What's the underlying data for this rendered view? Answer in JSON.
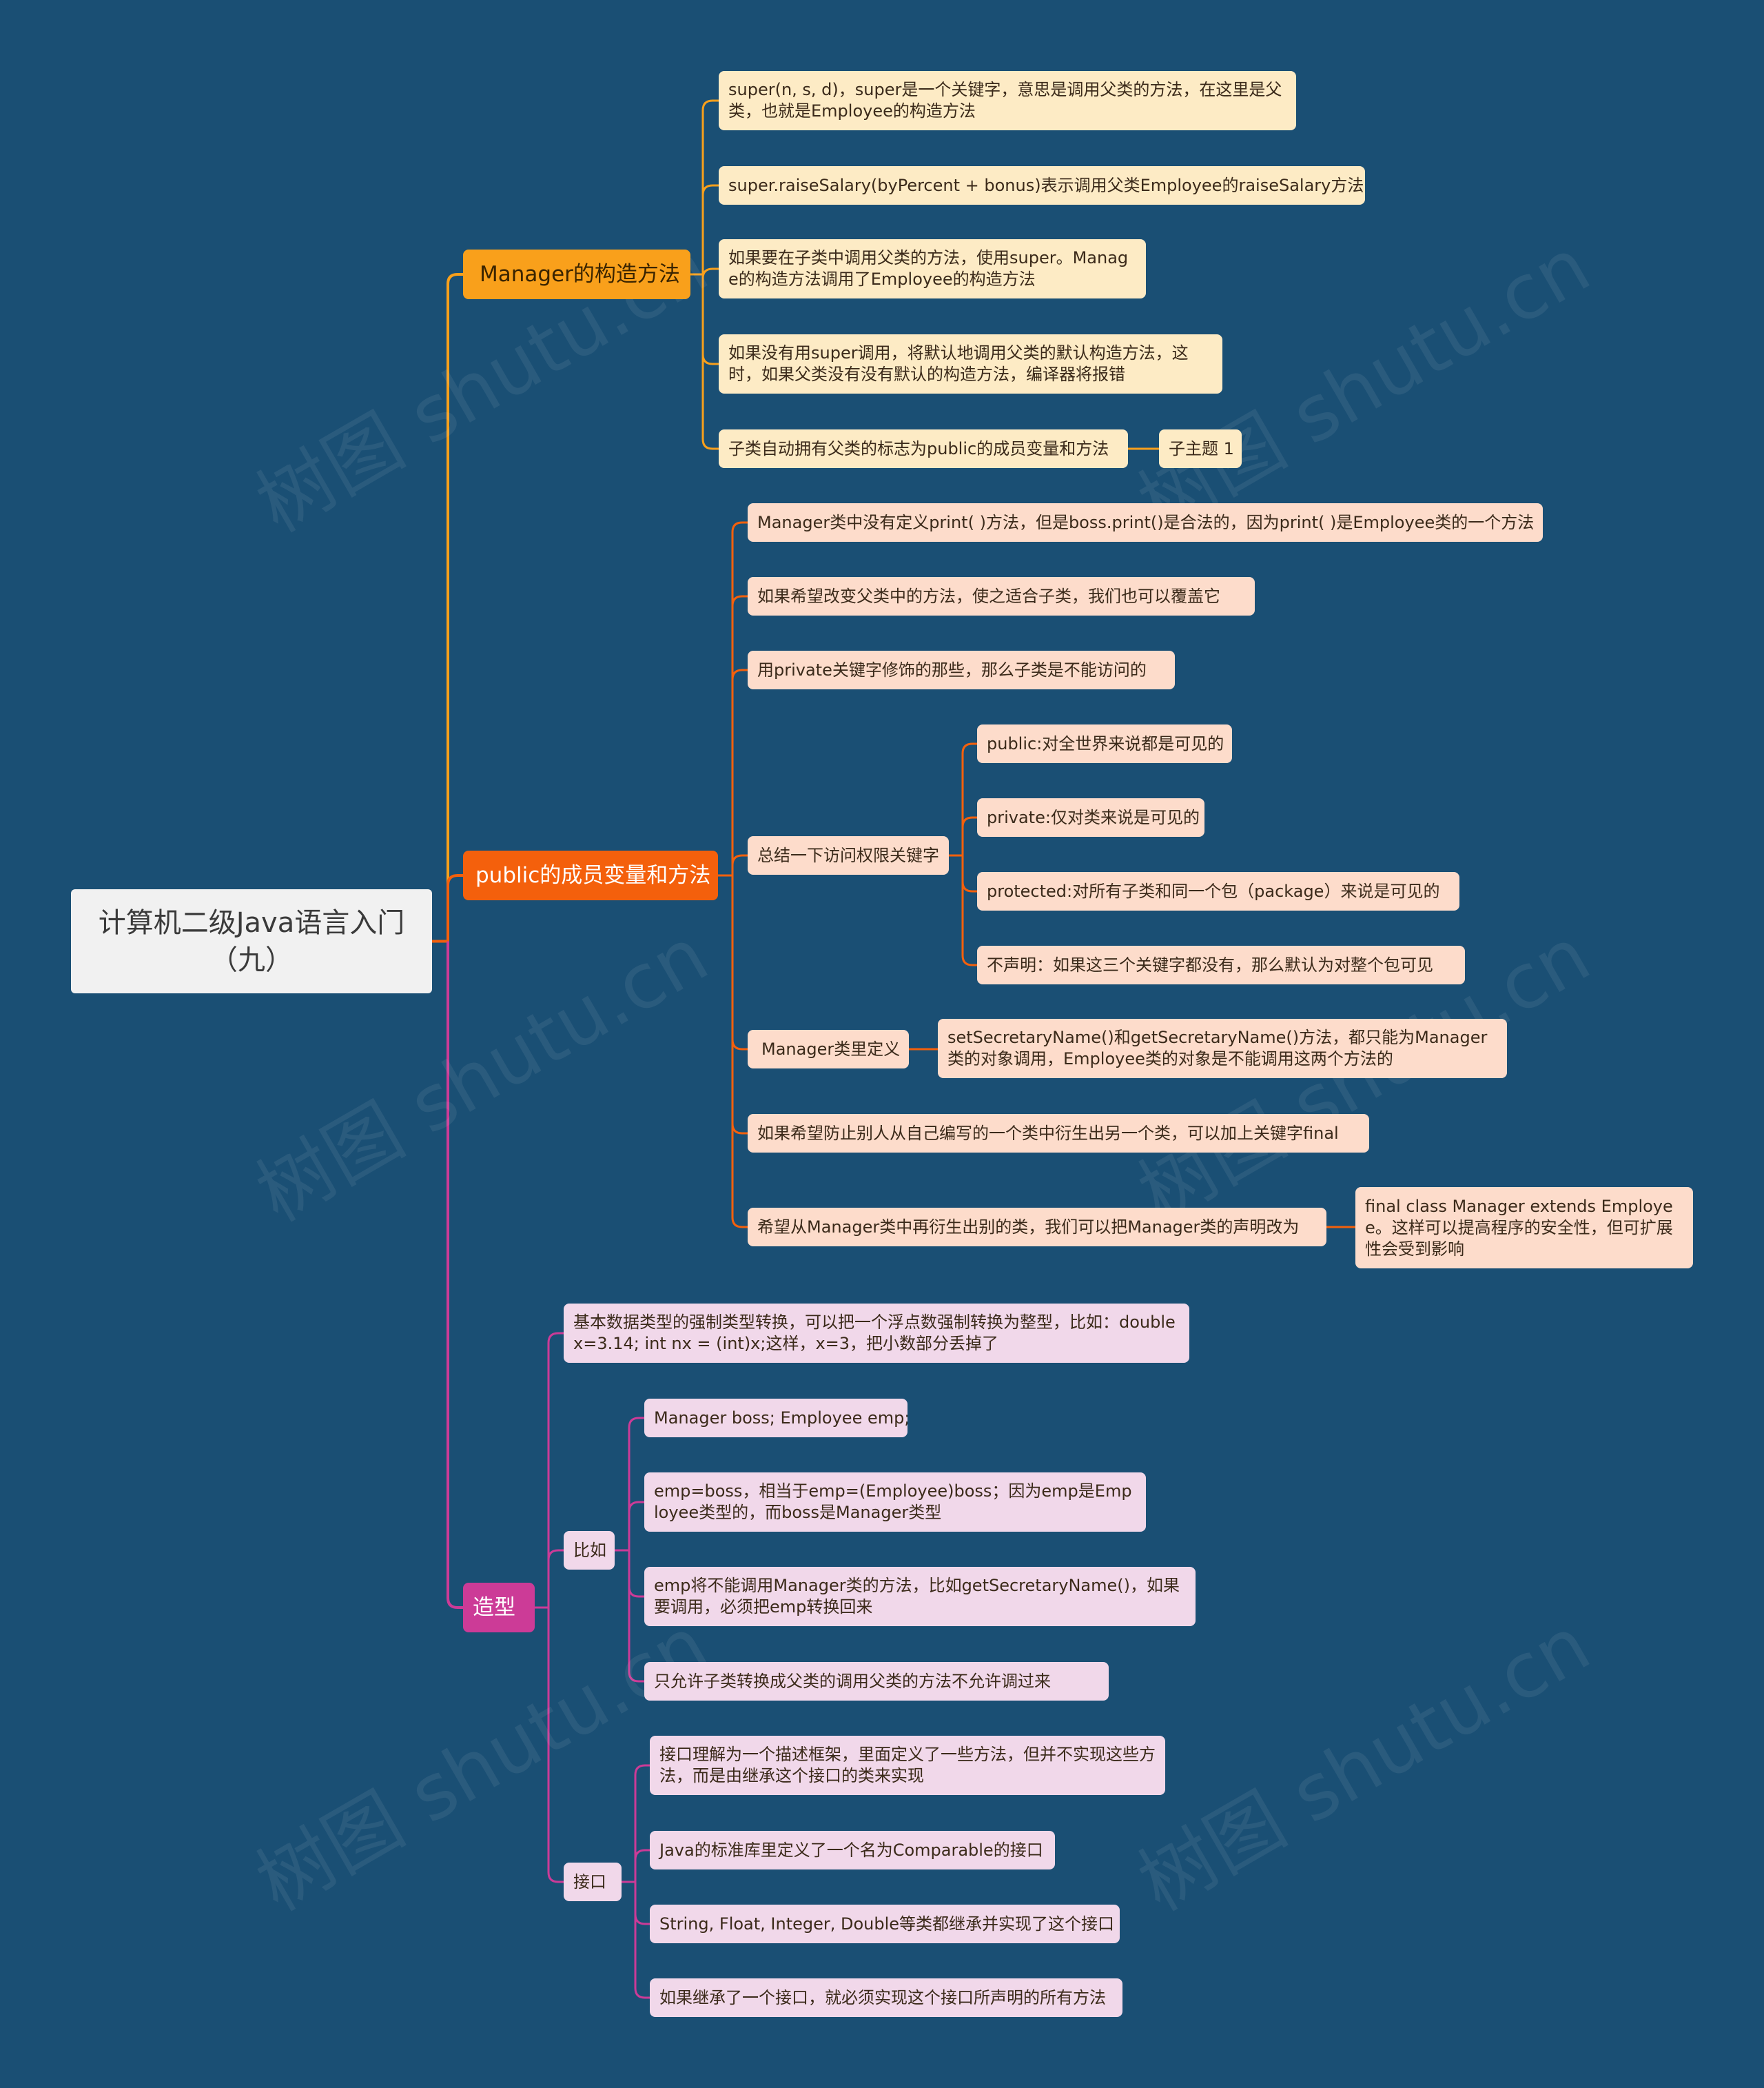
{
  "colors": {
    "background": "#1a4f74",
    "branch_manager": "#f9a01b",
    "branch_public": "#f4600c",
    "branch_cast": "#cc3b97"
  },
  "watermark": "树图 shutu.cn",
  "root": {
    "title": "计算机二级Java语言入门（九）"
  },
  "branches": {
    "manager": {
      "label": "Manager的构造方法",
      "items": [
        "super(n, s, d)，super是一个关键字，意思是调用父类的方法，在这里是父类，也就是Employee的构造方法",
        "super.raiseSalary(byPercent + bonus)表示调用父类Employee的raiseSalary方法",
        "如果要在子类中调用父类的方法，使用super。Manage的构造方法调用了Employee的构造方法",
        "如果没有用super调用，将默认地调用父类的默认构造方法，这时，如果父类没有没有默认的构造方法，编译器将报错",
        "子类自动拥有父类的标志为public的成员变量和方法"
      ],
      "sub_topic": "子主题 1"
    },
    "public_members": {
      "label": "public的成员变量和方法",
      "items": [
        "Manager类中没有定义print( )方法，但是boss.print()是合法的，因为print( )是Employee类的一个方法",
        "如果希望改变父类中的方法，使之适合子类，我们也可以覆盖它",
        "用private关键字修饰的那些，那么子类是不能访问的"
      ],
      "access_summary": {
        "label": "总结一下访问权限关键字",
        "items": [
          "public:对全世界来说都是可见的",
          "private:仅对类来说是可见的",
          "protected:对所有子类和同一个包（package）来说是可见的",
          "不声明：如果这三个关键字都没有，那么默认为对整个包可见"
        ]
      },
      "manager_defs": {
        "label": "Manager类里定义",
        "detail": "setSecretaryName()和getSecretaryName()方法，都只能为Manager类的对象调用，Employee类的对象是不能调用这两个方法的"
      },
      "final_tip": "如果希望防止别人从自己编写的一个类中衍生出另一个类，可以加上关键字final",
      "redeclare": {
        "label": "希望从Manager类中再衍生出别的类，我们可以把Manager类的声明改为",
        "detail": "final class Manager extends Employee。这样可以提高程序的安全性，但可扩展性会受到影响"
      }
    },
    "cast": {
      "label": "造型",
      "primitive": "基本数据类型的强制类型转换，可以把一个浮点数强制转换为整型，比如：double x=3.14; int nx = (int)x;这样，x=3，把小数部分丢掉了",
      "example": {
        "label": "比如",
        "items": [
          "Manager boss; Employee emp;",
          "emp=boss，相当于emp=(Employee)boss；因为emp是Employee类型的，而boss是Manager类型",
          "emp将不能调用Manager类的方法，比如getSecretaryName()，如果要调用，必须把emp转换回来",
          "只允许子类转换成父类的调用父类的方法不允许调过来"
        ]
      },
      "interface": {
        "label": "接口",
        "items": [
          "接口理解为一个描述框架，里面定义了一些方法，但并不实现这些方法，而是由继承这个接口的类来实现",
          "Java的标准库里定义了一个名为Comparable的接口",
          "String, Float, Integer, Double等类都继承并实现了这个接口",
          "如果继承了一个接口，就必须实现这个接口所声明的所有方法"
        ]
      }
    }
  }
}
